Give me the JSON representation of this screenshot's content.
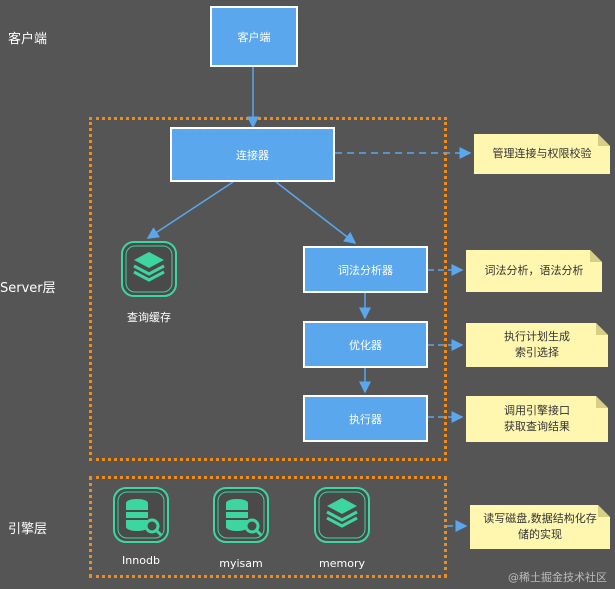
{
  "layers": {
    "client": "客户端",
    "server": "Server层",
    "engine": "引擎层"
  },
  "boxes": {
    "client": "客户端",
    "connector": "连接器",
    "lexer": "词法分析器",
    "optimizer": "优化器",
    "executor": "执行器"
  },
  "cache": {
    "label": "查询缓存",
    "icon": "stack-icon"
  },
  "notes": {
    "connector": "管理连接与权限校验",
    "lexer": "词法分析，语法分析",
    "optimizer_line1": "执行计划生成",
    "optimizer_line2": "索引选择",
    "executor_line1": "调用引擎接口",
    "executor_line2": "获取查询结果",
    "engine_line1": "读写磁盘,数据结构化存",
    "engine_line2": "储的实现"
  },
  "engines": [
    {
      "label": "Innodb",
      "icon": "database-gear-icon"
    },
    {
      "label": "myisam",
      "icon": "database-gear-icon"
    },
    {
      "label": "memory",
      "icon": "stack-icon"
    }
  ],
  "watermark": "@稀土掘金技术社区",
  "colors": {
    "background": "#555555",
    "box": "#5aa7ee",
    "dotted": "#f08c1a",
    "note": "#fff6b0",
    "arrow": "#5aa7ee",
    "icon": "#3ed6a0"
  }
}
